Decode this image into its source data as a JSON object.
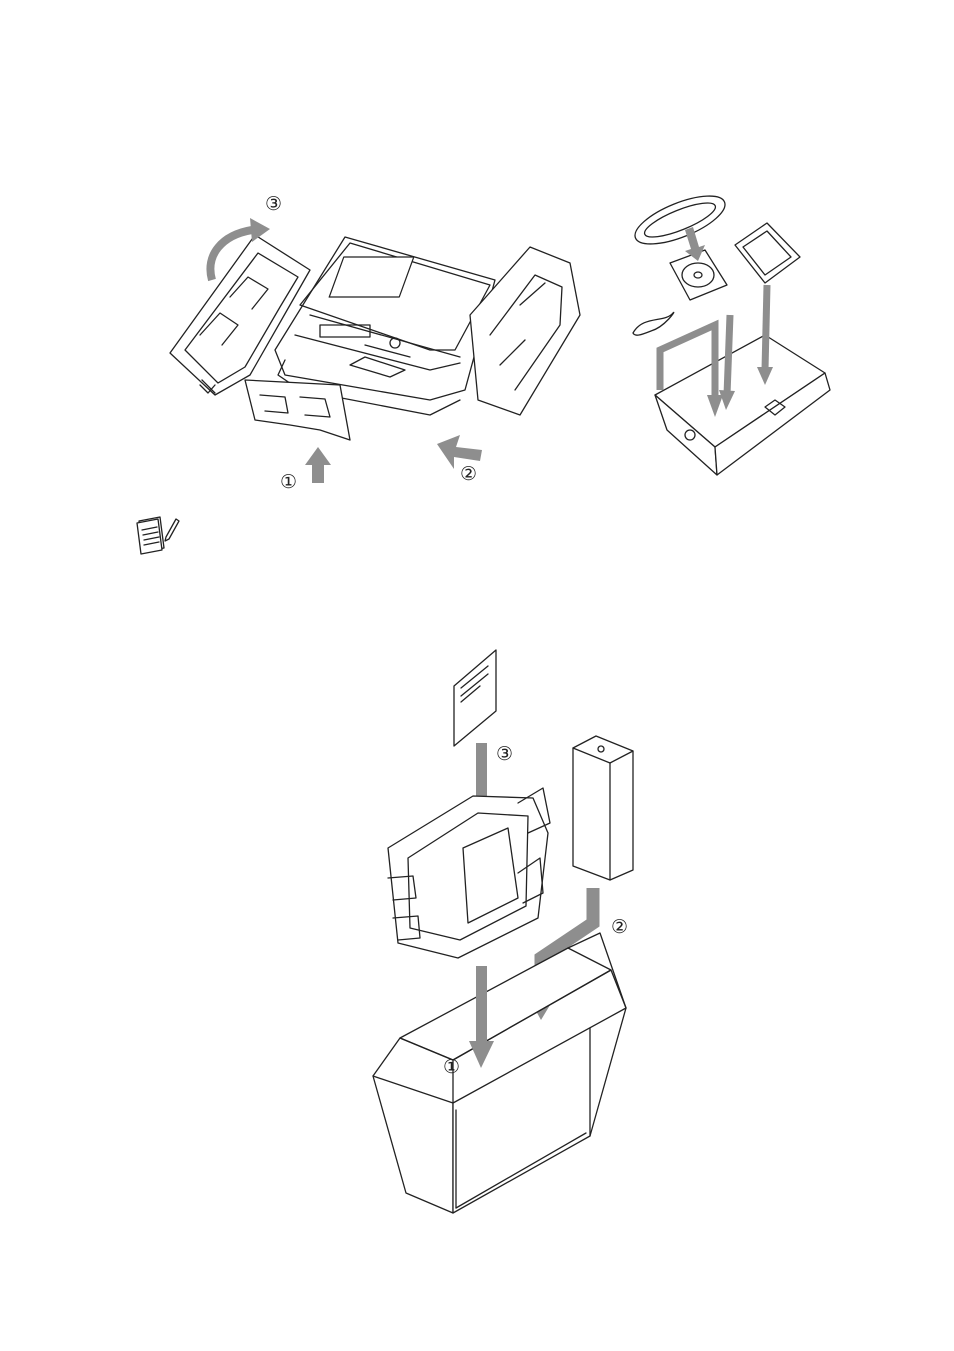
{
  "figure_top_left": {
    "steps": [
      "①",
      "②",
      "③"
    ],
    "arrow_color": "#8e8e8e"
  },
  "figure_top_right": {
    "arrow_color": "#8e8e8e"
  },
  "note": {
    "icon": "note-pad-pencil-icon"
  },
  "figure_bottom": {
    "steps": [
      "①",
      "②",
      "③"
    ],
    "arrow_color": "#8e8e8e"
  }
}
